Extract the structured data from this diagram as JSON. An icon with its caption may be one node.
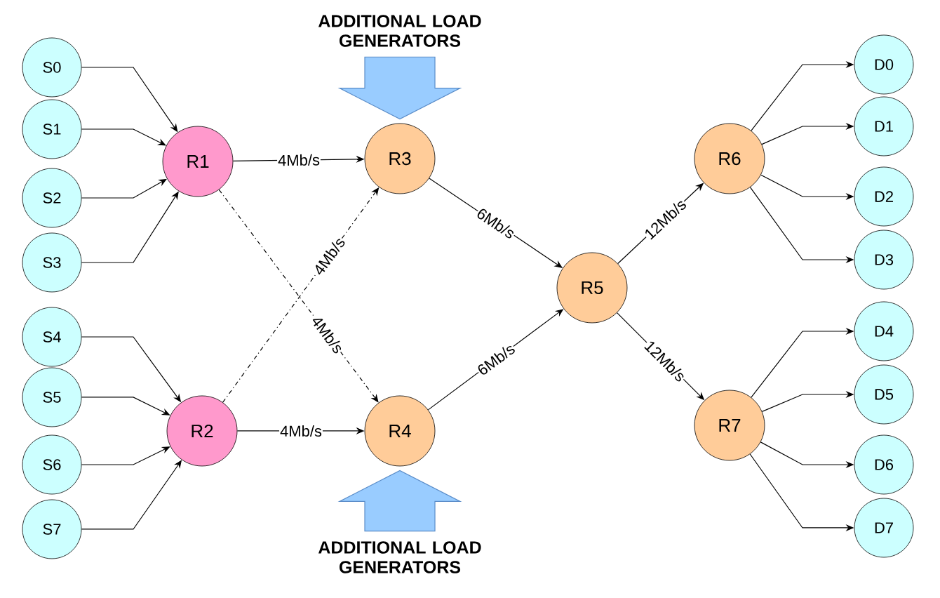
{
  "diagram": {
    "nodes": [
      {
        "text": [
          "ADDITIONAL LOAD GENERATORS"
        ]
      },
      {
        "text": [
          "S0"
        ]
      },
      {
        "text": [
          "S1"
        ]
      },
      {
        "text": [
          "S2"
        ]
      },
      {
        "text": [
          "S3"
        ]
      },
      {
        "text": [
          "S4"
        ]
      },
      {
        "text": [
          "S5"
        ]
      },
      {
        "text": [
          "S6"
        ]
      },
      {
        "text": [
          "S7"
        ]
      },
      {
        "text": [
          "R1"
        ]
      },
      {
        "text": [
          "R2"
        ]
      },
      {
        "text": [
          "R3"
        ]
      },
      {
        "text": [
          "R4"
        ]
      },
      {
        "text": [
          "R5"
        ]
      },
      {
        "text": [
          "R6"
        ]
      },
      {
        "text": [
          "R7"
        ]
      },
      {
        "text": [
          "D0"
        ]
      },
      {
        "text": [
          "D1"
        ]
      },
      {
        "text": [
          "D2"
        ]
      },
      {
        "text": [
          "D3"
        ]
      },
      {
        "text": [
          "D4"
        ]
      },
      {
        "text": [
          "D5"
        ]
      },
      {
        "text": [
          "D6"
        ]
      },
      {
        "text": [
          "D7"
        ]
      },
      {
        "text": [
          "ADDITIONAL LOAD GENERATORS"
        ]
      }
    ],
    "edges": [
      {
        "from": 0,
        "to": 11,
        "arrow": "to",
        "style": "thick",
        "color": "#99ccff"
      },
      {
        "from": 1,
        "to": 9,
        "arrow": "to"
      },
      {
        "from": 2,
        "to": 9,
        "arrow": "to"
      },
      {
        "from": 3,
        "to": 9,
        "arrow": "to"
      },
      {
        "from": 4,
        "to": 9,
        "arrow": "to"
      },
      {
        "from": 5,
        "to": 10,
        "arrow": "to"
      },
      {
        "from": 6,
        "to": 10,
        "arrow": "to"
      },
      {
        "from": 7,
        "to": 10,
        "arrow": "to"
      },
      {
        "from": 8,
        "to": 10,
        "arrow": "to"
      },
      {
        "from": 9,
        "to": 11,
        "arrow": "to",
        "label": "4Mb/s"
      },
      {
        "from": 9,
        "to": 12,
        "arrow": "to",
        "label": "4Mb/s",
        "style": "dashed"
      },
      {
        "from": 10,
        "to": 11,
        "arrow": "to",
        "label": "4Mb/s",
        "style": "dashed"
      },
      {
        "from": 10,
        "to": 12,
        "arrow": "to",
        "label": "4Mb/s"
      },
      {
        "from": 11,
        "to": 13,
        "arrow": "to",
        "label": "6Mb/s"
      },
      {
        "from": 12,
        "to": 13,
        "arrow": "to",
        "label": "6Mb/s"
      },
      {
        "from": 13,
        "to": 14,
        "arrow": "to",
        "label": "12Mb/s"
      },
      {
        "from": 13,
        "to": 15,
        "arrow": "to",
        "label": "12Mb/s"
      },
      {
        "from": 14,
        "to": 16,
        "arrow": "to"
      },
      {
        "from": 14,
        "to": 17,
        "arrow": "to"
      },
      {
        "from": 14,
        "to": 18,
        "arrow": "to"
      },
      {
        "from": 14,
        "to": 19,
        "arrow": "to"
      },
      {
        "from": 15,
        "to": 20,
        "arrow": "to"
      },
      {
        "from": 15,
        "to": 21,
        "arrow": "to"
      },
      {
        "from": 15,
        "to": 22,
        "arrow": "to"
      },
      {
        "from": 15,
        "to": 23,
        "arrow": "to"
      },
      {
        "from": 24,
        "to": 12,
        "arrow": "to",
        "style": "thick",
        "color": "#99ccff"
      }
    ]
  }
}
